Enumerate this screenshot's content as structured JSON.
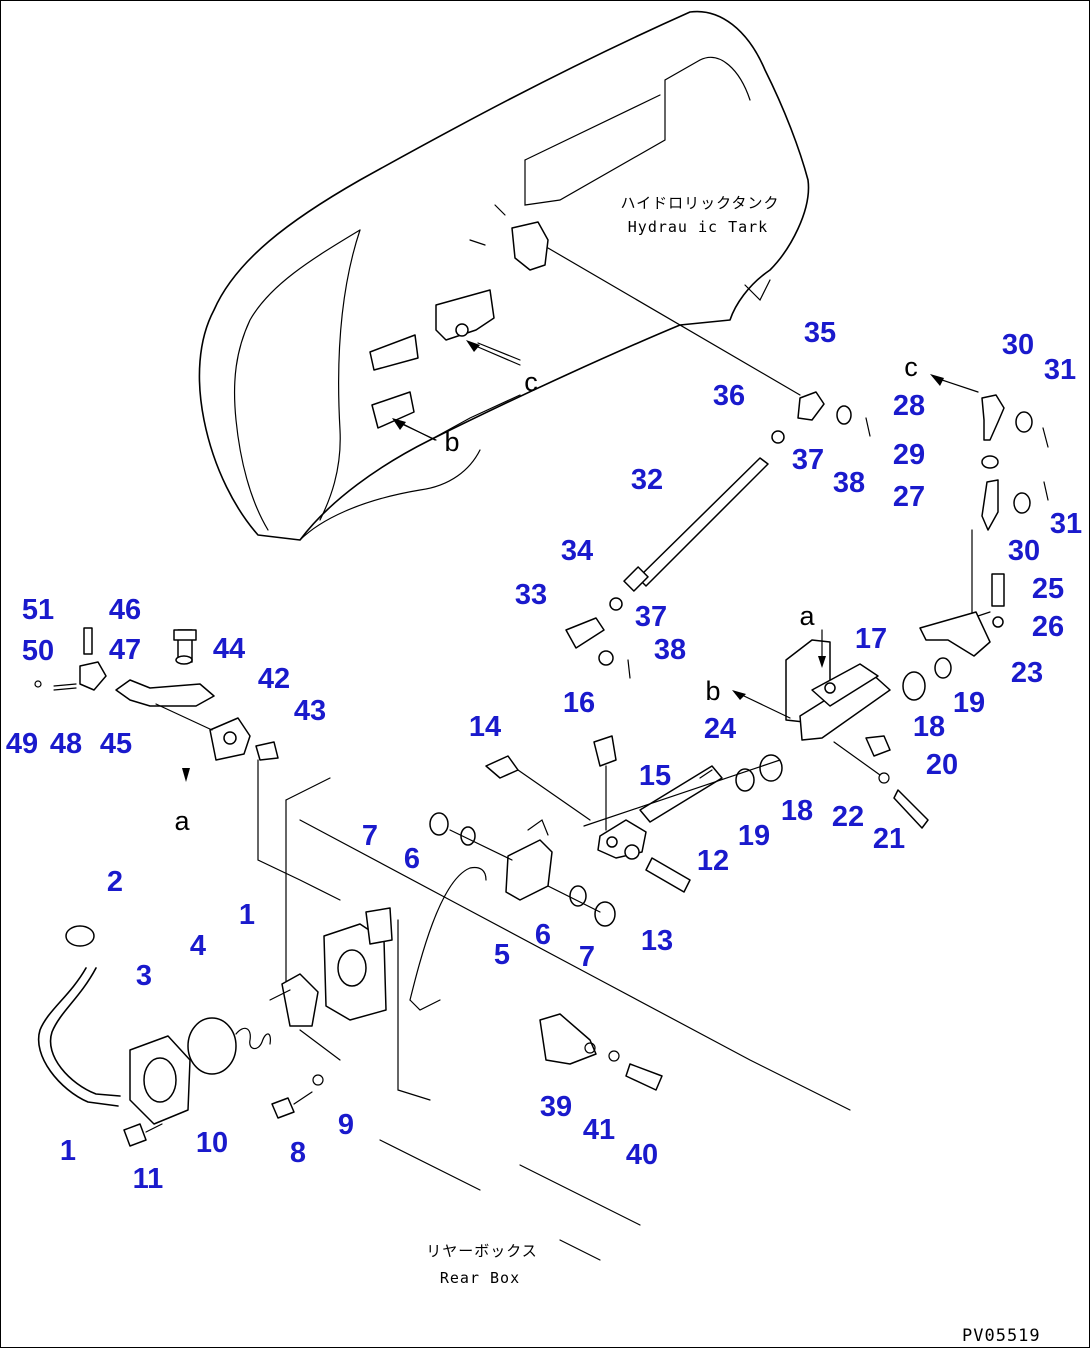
{
  "labels": {
    "hydraulic_tank_jp": "ハイドロリックタンク",
    "hydraulic_tank_en": "Hydrau ic Tark",
    "rear_box_jp": "リヤーボックス",
    "rear_box_en": "Rear Box",
    "drawing_code": "PV05519"
  },
  "callouts": {
    "c1": "1",
    "c1b": "1",
    "c2": "2",
    "c3": "3",
    "c4": "4",
    "c5": "5",
    "c6a": "6",
    "c6b": "6",
    "c7a": "7",
    "c7b": "7",
    "c8": "8",
    "c9": "9",
    "c10": "10",
    "c11": "11",
    "c12": "12",
    "c13": "13",
    "c14": "14",
    "c15": "15",
    "c16": "16",
    "c17": "17",
    "c18a": "18",
    "c18b": "18",
    "c19a": "19",
    "c19b": "19",
    "c20": "20",
    "c21": "21",
    "c22": "22",
    "c23": "23",
    "c24": "24",
    "c25": "25",
    "c26": "26",
    "c27": "27",
    "c28": "28",
    "c29": "29",
    "c30a": "30",
    "c30b": "30",
    "c31a": "31",
    "c31b": "31",
    "c32": "32",
    "c33": "33",
    "c34": "34",
    "c35": "35",
    "c36": "36",
    "c37a": "37",
    "c37b": "37",
    "c38a": "38",
    "c38b": "38",
    "c39": "39",
    "c40": "40",
    "c41": "41",
    "c42": "42",
    "c43": "43",
    "c44": "44",
    "c45": "45",
    "c46": "46",
    "c47": "47",
    "c48": "48",
    "c49": "49",
    "c50": "50",
    "c51": "51"
  },
  "refs": {
    "a_top": "a",
    "a_left": "a",
    "b_tank": "b",
    "b_valve": "b",
    "c_tank": "c",
    "c_right": "c"
  }
}
